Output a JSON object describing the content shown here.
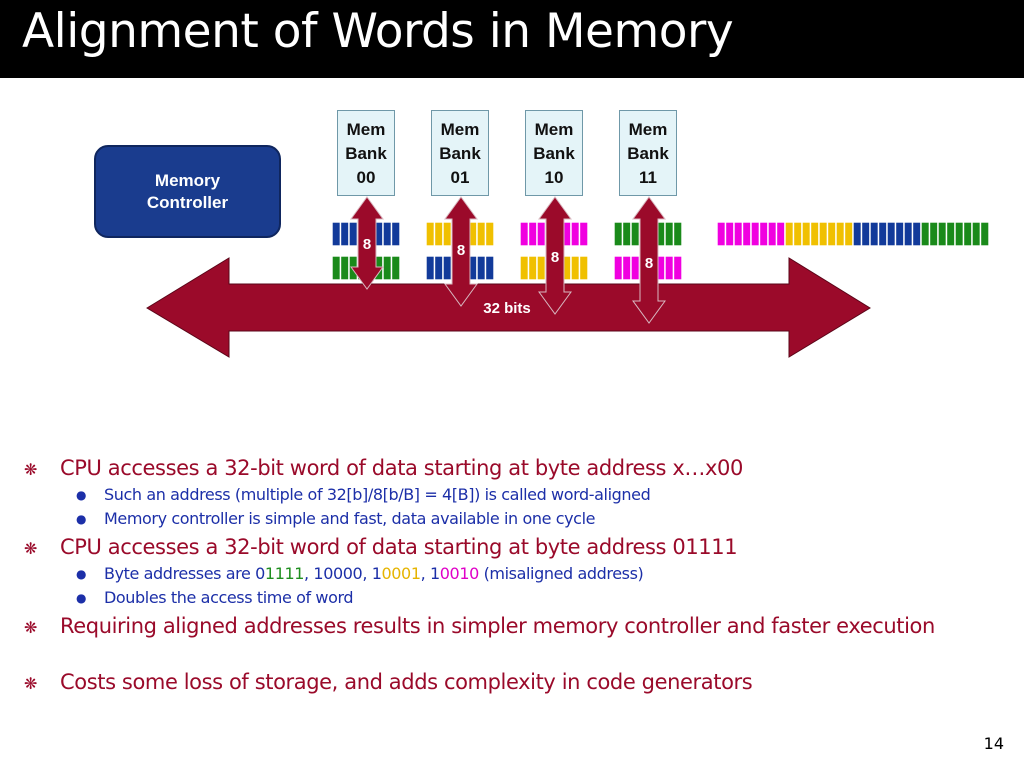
{
  "title": "Alignment of Words in Memory",
  "diagram": {
    "controller_lines": [
      "Memory",
      "Controller"
    ],
    "banks": [
      {
        "lines": [
          "Mem",
          "Bank",
          "00"
        ]
      },
      {
        "lines": [
          "Mem",
          "Bank",
          "01"
        ]
      },
      {
        "lines": [
          "Mem",
          "Bank",
          "10"
        ]
      },
      {
        "lines": [
          "Mem",
          "Bank",
          "11"
        ]
      }
    ],
    "lane_label": "8",
    "bus_label": "32 bits",
    "colors": {
      "arrow": "#9b0a2a",
      "blue": "#123a9a",
      "green": "#1a8a1a",
      "yellow": "#f0c000",
      "magenta": "#f000e0"
    }
  },
  "bullets": [
    {
      "level": 1,
      "text": "CPU accesses a 32-bit word of data starting at byte address x…x00"
    },
    {
      "level": 2,
      "text": "Such an address (multiple of 32[b]/8[b/B] = 4[B]) is called word-aligned"
    },
    {
      "level": 2,
      "text": "Memory controller is simple and fast, data available in one cycle"
    },
    {
      "level": 1,
      "text": "CPU accesses a 32-bit word of data starting at byte address 01111"
    },
    {
      "level": 2,
      "segments": [
        {
          "text": "Byte addresses are 0",
          "color": ""
        },
        {
          "text": "1111",
          "color": "green"
        },
        {
          "text": ", 10000, 1",
          "color": ""
        },
        {
          "text": "0001",
          "color": "yellow"
        },
        {
          "text": ", 1",
          "color": ""
        },
        {
          "text": "0010",
          "color": "magenta"
        },
        {
          "text": " (misaligned address)",
          "color": ""
        }
      ]
    },
    {
      "level": 2,
      "text": "Doubles the access time of word"
    },
    {
      "level": 1,
      "text": "Requiring aligned addresses results in simpler memory controller and faster execution"
    },
    {
      "level": 1,
      "text": "Costs some loss of storage, and adds complexity in code generators"
    }
  ],
  "page_number": "14"
}
